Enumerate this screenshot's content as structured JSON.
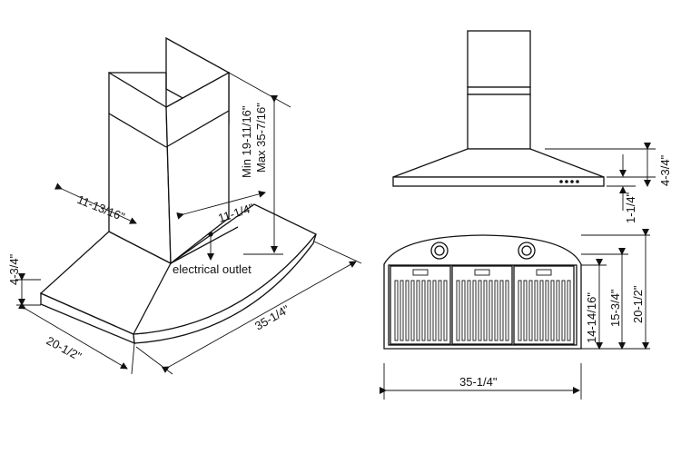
{
  "iso_view": {
    "dim_height_range": {
      "line1": "Min 19-11/16\"",
      "line2": "Max 35-7/16\""
    },
    "dim_chimney_width": "11-13/16\"",
    "dim_chimney_depth": "11-1/4\"",
    "dim_canopy_height": "4-3/4\"",
    "dim_depth": "20-1/2\"",
    "dim_width": "35-1/4\"",
    "note_outlet": "electrical outlet"
  },
  "front_view": {
    "dim_canopy": "4-3/4\"",
    "dim_front": "1-1/4\""
  },
  "bottom_view": {
    "dim_inner": "14-14/16\"",
    "dim_mid": "15-3/4\"",
    "dim_depth": "20-1/2\"",
    "dim_width": "35-1/4\""
  },
  "colors": {
    "stroke": "#111111",
    "background": "#ffffff"
  }
}
